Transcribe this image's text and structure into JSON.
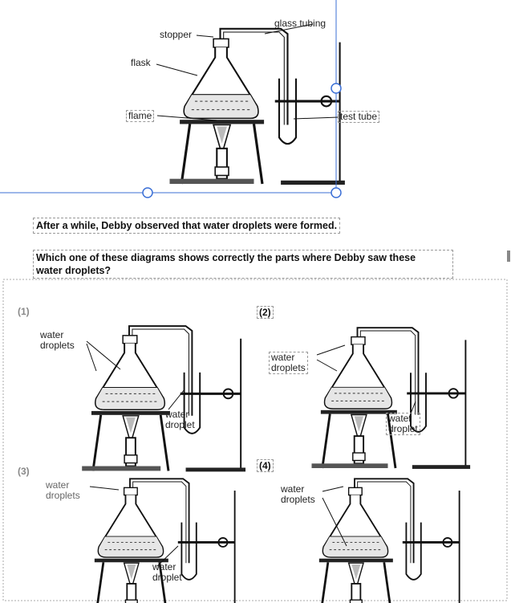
{
  "top_diagram": {
    "labels": {
      "stopper": "stopper",
      "glass_tubing": "glass tubing",
      "flask": "flask",
      "flame": "flame",
      "test_tube": "test tube"
    }
  },
  "sentence": "After a while, Debby observed that water droplets were formed.",
  "question": {
    "line1": "Which one of these diagrams shows correctly the parts where Debby saw these",
    "line2": "water droplets?"
  },
  "options": [
    {
      "number": "(1)",
      "label_a": "water\ndroplets",
      "label_b": "water\ndroplet"
    },
    {
      "number": "(2)",
      "label_a": "water\ndroplets",
      "label_b": "water\ndroplet"
    },
    {
      "number": "(3)",
      "label_a": "water\ndroplets",
      "label_b": "water\ndroplet"
    },
    {
      "number": "(4)",
      "label_a": "water\ndroplets",
      "label_b": ""
    }
  ]
}
